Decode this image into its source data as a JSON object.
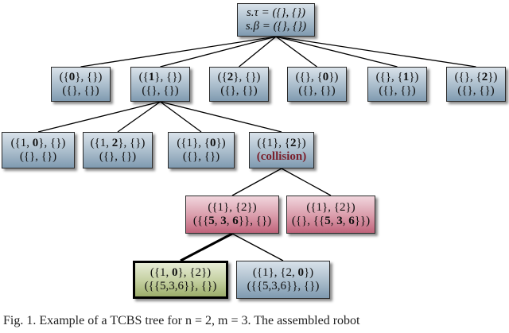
{
  "nodes": [
    {
      "id": "root",
      "style": "blue",
      "line1": "s.τ = ({}, {})",
      "line2": "s.β = ({}, {})"
    },
    {
      "id": "n1",
      "style": "blue",
      "line1": "({<b>0</b>}, {})",
      "line2": "({}, {})"
    },
    {
      "id": "n2",
      "style": "blue",
      "line1": "({<b>1</b>}, {})",
      "line2": "({}, {})"
    },
    {
      "id": "n3",
      "style": "blue",
      "line1": "({<b>2</b>}, {})",
      "line2": "({}, {})"
    },
    {
      "id": "n4",
      "style": "blue",
      "line1": "({}, {<b>0</b>})",
      "line2": "({}, {})"
    },
    {
      "id": "n5",
      "style": "blue",
      "line1": "({}, {<b>1</b>})",
      "line2": "({}, {})"
    },
    {
      "id": "n6",
      "style": "blue",
      "line1": "({}, {<b>2</b>})",
      "line2": "({}, {})"
    },
    {
      "id": "n7",
      "style": "blue",
      "line1": "({1, <b>0</b>}, {})",
      "line2": "({}, {})"
    },
    {
      "id": "n8",
      "style": "blue",
      "line1": "({1, <b>2</b>}, {})",
      "line2": "({}, {})"
    },
    {
      "id": "n9",
      "style": "blue",
      "line1": "({1}, {<b>0</b>})",
      "line2": "({}, {})"
    },
    {
      "id": "n10",
      "style": "blue",
      "line1": "({1}, {<b>2</b>})",
      "line2": "(collision)",
      "line2_class": "collision"
    },
    {
      "id": "n11",
      "style": "red",
      "line1": "({1}, {2})",
      "line2": "({{<b>5</b>, <b>3</b>, <b>6</b>}}, {})"
    },
    {
      "id": "n12",
      "style": "red",
      "line1": "({1}, {2})",
      "line2": "({}, {{<b>5</b>, <b>3</b>, <b>6</b>}})"
    },
    {
      "id": "n13",
      "style": "green",
      "line1": "({1, <b>0</b>}, {2})",
      "line2": "({{5,3,6}}, {})"
    },
    {
      "id": "n14",
      "style": "blue",
      "line1": "({1}, {2, <b>0</b>})",
      "line2": "({{5,3,6}}, {})"
    }
  ],
  "edges": [
    {
      "from": "root",
      "to": "n1"
    },
    {
      "from": "root",
      "to": "n2"
    },
    {
      "from": "root",
      "to": "n3"
    },
    {
      "from": "root",
      "to": "n4"
    },
    {
      "from": "root",
      "to": "n5"
    },
    {
      "from": "root",
      "to": "n6"
    },
    {
      "from": "n2",
      "to": "n7"
    },
    {
      "from": "n2",
      "to": "n8"
    },
    {
      "from": "n2",
      "to": "n9"
    },
    {
      "from": "n2",
      "to": "n10"
    },
    {
      "from": "n10",
      "to": "n11"
    },
    {
      "from": "n10",
      "to": "n12"
    },
    {
      "from": "n11",
      "to": "n13",
      "bold": true
    },
    {
      "from": "n11",
      "to": "n14"
    }
  ],
  "caption": "Fig. 1.    Example of a TCBS tree for n = 2, m = 3. The assembled robot"
}
